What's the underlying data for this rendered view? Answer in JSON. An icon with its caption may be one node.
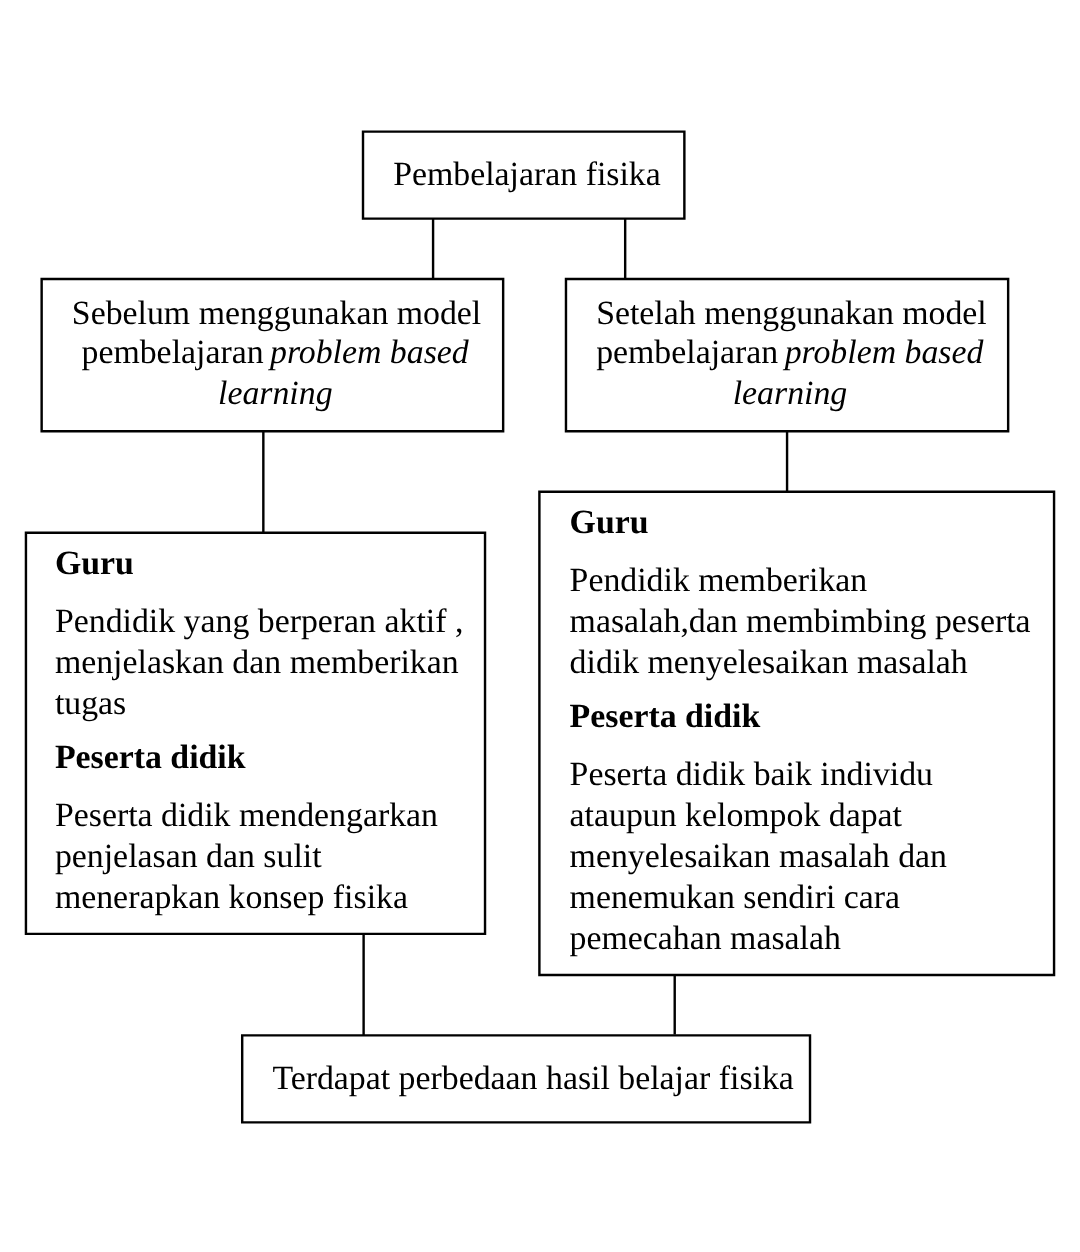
{
  "diagram": {
    "nodes": [
      {
        "text": [
          "Pembelajaran fisika"
        ]
      },
      {
        "text": [
          "Sebelum menggunakan model pembelajaran *problem based learning*"
        ]
      },
      {
        "text": [
          "Setelah menggunakan model pembelajaran *problem based learning*"
        ]
      },
      {
        "text": [
          "Guru",
          "Pendidik yang berperan aktif , menjelaskan dan memberikan tugas",
          "Peserta didik",
          "Peserta didik mendengarkan penjelasan dan sulit menerapkan konsep fisika"
        ]
      },
      {
        "text": [
          "Guru",
          "Pendidik memberikan masalah,dan membimbing peserta didik menyelesaikan masalah",
          "Peserta didik",
          "Peserta didik baik individu ataupun kelompok dapat menyelesaikan masalah dan menemukan sendiri cara pemecahan masalah"
        ]
      },
      {
        "text": [
          "Terdapat perbedaan hasil belajar fisika"
        ]
      }
    ],
    "edges": [
      {
        "from": 0,
        "to": 1,
        "arrow": "none"
      },
      {
        "from": 0,
        "to": 2,
        "arrow": "none"
      },
      {
        "from": 1,
        "to": 3,
        "arrow": "none"
      },
      {
        "from": 2,
        "to": 4,
        "arrow": "none"
      },
      {
        "from": 3,
        "to": 5,
        "arrow": "none"
      },
      {
        "from": 4,
        "to": 5,
        "arrow": "none"
      }
    ]
  }
}
